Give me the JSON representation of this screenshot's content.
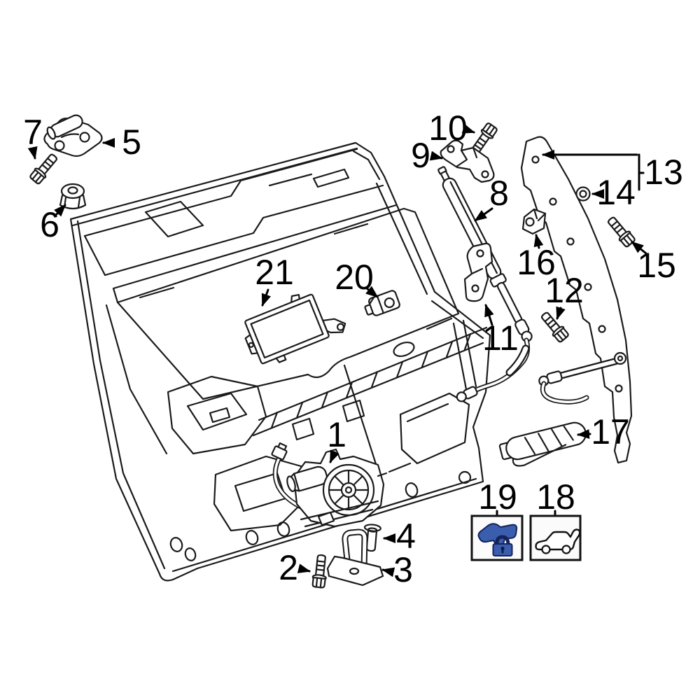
{
  "app": {
    "name": "vehicle-parts-diagram",
    "description": "Exploded parts diagram of a vehicle liftgate / tailgate assembly with numbered callouts"
  },
  "callouts": {
    "c1": "1",
    "c2": "2",
    "c3": "3",
    "c4": "4",
    "c5": "5",
    "c6": "6",
    "c7": "7",
    "c8": "8",
    "c9": "9",
    "c10": "10",
    "c11": "11",
    "c12": "12",
    "c13": "13",
    "c14": "14",
    "c15": "15",
    "c16": "16",
    "c17": "17",
    "c18": "18",
    "c19": "19",
    "c20": "20",
    "c21": "21"
  },
  "legend": {
    "boxes": [
      {
        "number": "19",
        "icon": "liftgate-lock-assembly-icon",
        "selected": true
      },
      {
        "number": "18",
        "icon": "liftgate-vehicle-body-icon",
        "selected": false
      }
    ]
  },
  "colors": {
    "line": "#1a1a1a",
    "text": "#000000",
    "selected_fill": "#3a5dad",
    "selected_outline": "#14235a",
    "keyhole": "#0c1a45",
    "box_background": "#fbfbfb",
    "background": "#ffffff"
  }
}
